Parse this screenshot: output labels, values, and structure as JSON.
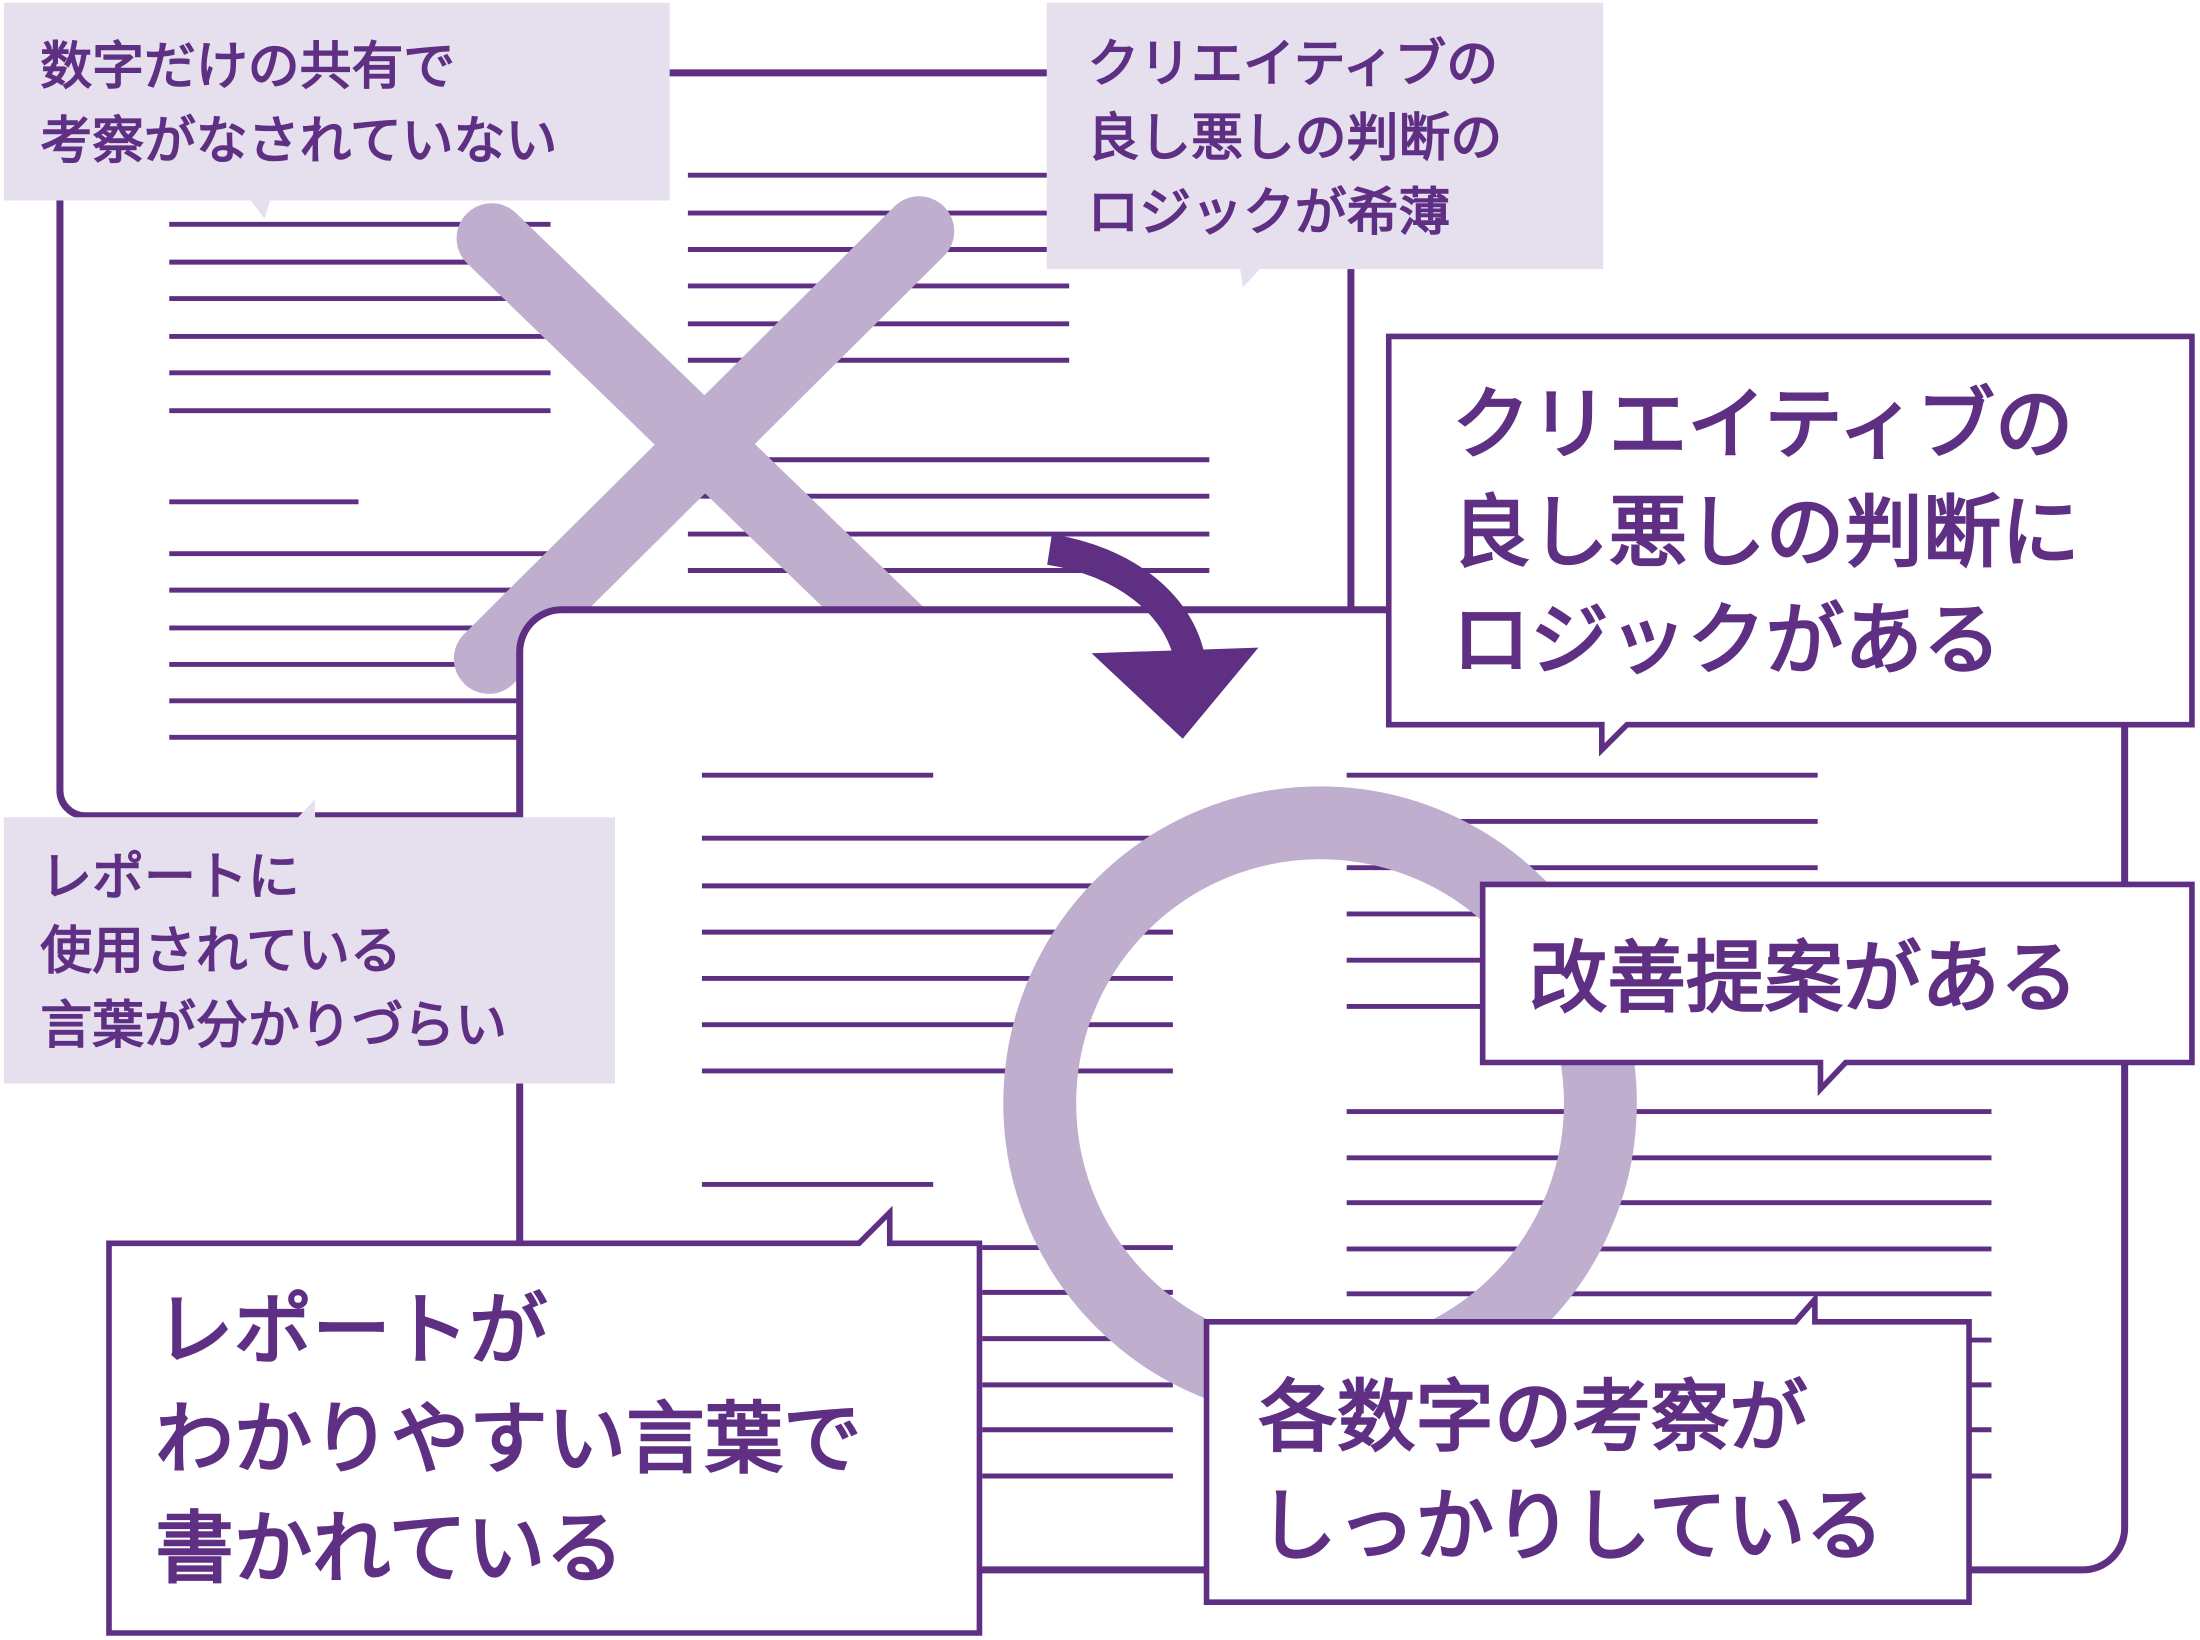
{
  "colors": {
    "primary": "#5e2f82",
    "light_mark": "#c0aecf",
    "callout_fill": "#e6e0ee"
  },
  "bad_points": {
    "mark_icon": "cross-mark",
    "callouts": [
      {
        "lines": [
          "数字だけの共有で",
          "考察がなされていない"
        ]
      },
      {
        "lines": [
          "クリエイティブの",
          "良し悪しの判断の",
          "ロジックが希薄"
        ]
      },
      {
        "lines": [
          "レポートに",
          "使用されている",
          "言葉が分かりづらい"
        ]
      }
    ]
  },
  "good_points": {
    "mark_icon": "circle-mark",
    "callouts": [
      {
        "lines": [
          "クリエイティブの",
          "良し悪しの判断に",
          "ロジックがある"
        ]
      },
      {
        "lines": [
          "改善提案がある"
        ]
      },
      {
        "lines": [
          "レポートが",
          "わかりやすい言葉で",
          "書かれている"
        ]
      },
      {
        "lines": [
          "各数字の考察が",
          "しっかりしている"
        ]
      }
    ]
  }
}
